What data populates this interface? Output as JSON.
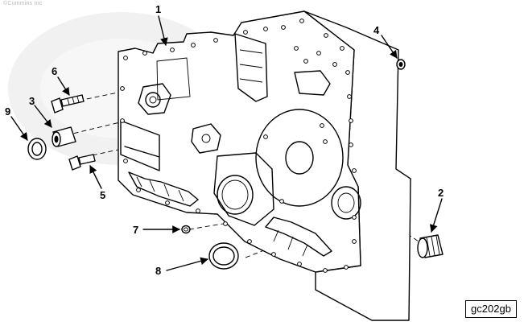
{
  "copyright": "©Cummins Inc",
  "figure_id": "gc202gb",
  "callouts": [
    "1",
    "2",
    "3",
    "4",
    "5",
    "6",
    "7",
    "8",
    "9"
  ]
}
